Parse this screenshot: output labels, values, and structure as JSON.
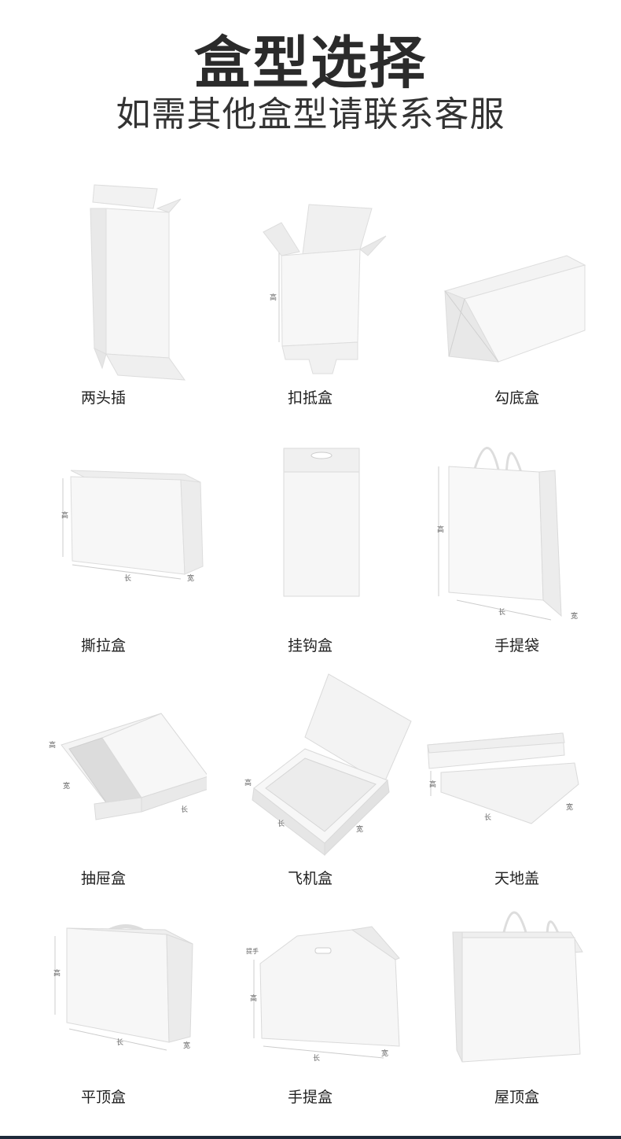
{
  "header": {
    "title": "盒型选择",
    "subtitle": "如需其他盒型请联系客服"
  },
  "dimension_labels": {
    "height": "高",
    "length": "长",
    "width": "宽",
    "handle": "提手"
  },
  "boxes": [
    {
      "label": "两头插"
    },
    {
      "label": "扣抵盒"
    },
    {
      "label": "勾底盒"
    },
    {
      "label": "撕拉盒"
    },
    {
      "label": "挂钩盒"
    },
    {
      "label": "手提袋"
    },
    {
      "label": "抽屉盒"
    },
    {
      "label": "飞机盒"
    },
    {
      "label": "天地盖"
    },
    {
      "label": "平顶盒"
    },
    {
      "label": "手提盒"
    },
    {
      "label": "屋顶盒"
    }
  ]
}
